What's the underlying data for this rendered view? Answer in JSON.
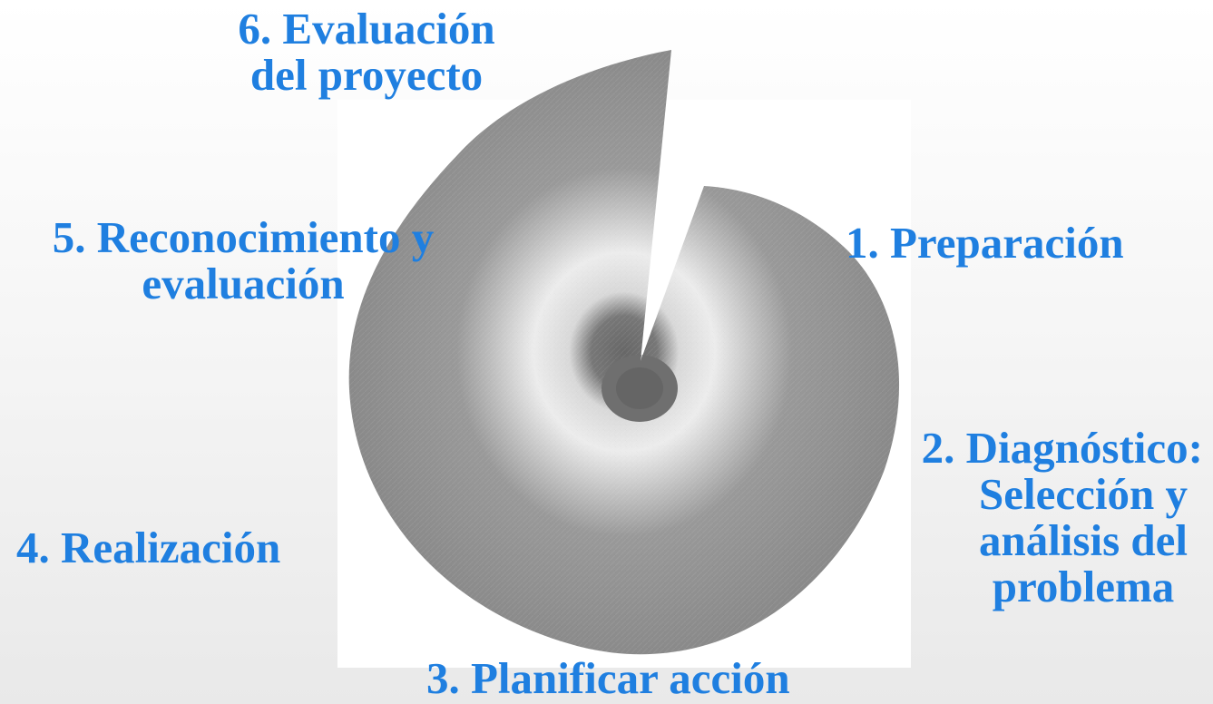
{
  "stages": [
    {
      "id": "stage-1",
      "lines": [
        "1. Preparación"
      ]
    },
    {
      "id": "stage-2",
      "lines": [
        "2. Diagnóstico:",
        "Selección y",
        "análisis del",
        "problema"
      ]
    },
    {
      "id": "stage-3",
      "lines": [
        "3. Planificar acción"
      ]
    },
    {
      "id": "stage-4",
      "lines": [
        "4. Realización"
      ]
    },
    {
      "id": "stage-5",
      "lines": [
        "5. Reconocimiento y",
        "evaluación"
      ]
    },
    {
      "id": "stage-6",
      "lines": [
        "6. Evaluación",
        "del proyecto"
      ]
    }
  ],
  "colors": {
    "label": "#1f7fe0",
    "spiral_outer": "#8f8f8f",
    "spiral_mid": "#d0d0d0",
    "spiral_core": "#7a7a7a",
    "panel": "#ffffff"
  }
}
